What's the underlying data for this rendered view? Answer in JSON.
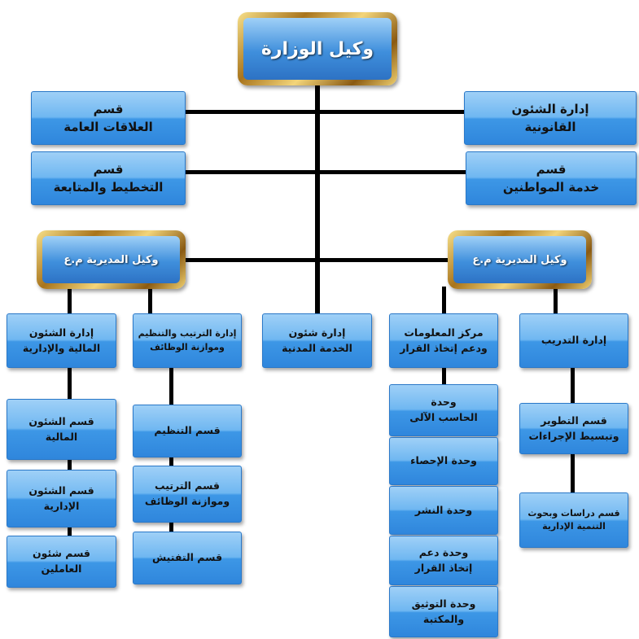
{
  "top": {
    "title": "وكيل الوزارة"
  },
  "row1": {
    "right": [
      "إدارة الشئون",
      "القانونية"
    ],
    "left": [
      "قسم",
      "العلاقات العامة"
    ]
  },
  "row2": {
    "right": [
      "قسم",
      "خدمة المواطنين"
    ],
    "left": [
      "قسم",
      "التخطيط والمتابعة"
    ]
  },
  "deputies": {
    "left": "وكيل المديرية م.ع",
    "right": "وكيل المديرية م.ع"
  },
  "departments": {
    "finance": [
      "إدارة الشئون",
      "المالية والإدارية"
    ],
    "organization": [
      "إدارة الترتيب والتنظيم",
      "وموازنة الوظائف"
    ],
    "civil_service": [
      "إدارة شئون",
      "الخدمة المدنية"
    ],
    "info_center": [
      "مركز المعلومات",
      "ودعم إتخاذ القرار"
    ],
    "training": [
      "إدارة التدريب"
    ]
  },
  "finance_sections": [
    [
      "قسم الشئون",
      "المالية"
    ],
    [
      "قسم الشئون",
      "الإدارية"
    ],
    [
      "قسم شئون",
      "العاملين"
    ]
  ],
  "organization_sections": [
    [
      "قسم التنظيم"
    ],
    [
      "قسم الترتيب",
      "وموازنة الوظائف"
    ],
    [
      "قسم التفتيش"
    ]
  ],
  "info_units": [
    [
      "وحدة",
      "الحاسب الآلى"
    ],
    [
      "وحدة الإحصاء"
    ],
    [
      "وحدة النشر"
    ],
    [
      "وحدة دعم",
      "إتخاذ القرار"
    ],
    [
      "وحدة التوثيق",
      "والمكتبة"
    ]
  ],
  "training_sections": [
    [
      "قسم التطوير",
      "وتبسيط الإجراءات"
    ],
    [
      "قسم دراسات وبحوث",
      "التنمية الإدارية"
    ]
  ]
}
